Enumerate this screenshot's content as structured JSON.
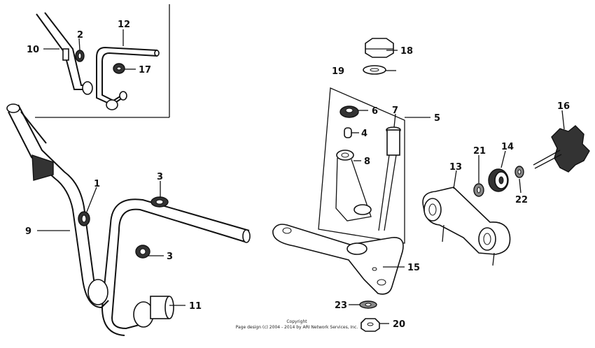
{
  "callouts": {
    "c1": "1",
    "c2": "2",
    "c3a": "3",
    "c3b": "3",
    "c4": "4",
    "c5": "5",
    "c6": "6",
    "c7": "7",
    "c8": "8",
    "c9": "9",
    "c10": "10",
    "c11": "11",
    "c12": "12",
    "c13": "13",
    "c14": "14",
    "c15": "15",
    "c16": "16",
    "c17": "17",
    "c18": "18",
    "c19": "19",
    "c20": "20",
    "c21": "21",
    "c22": "22",
    "c23": "23"
  },
  "copyright": {
    "line1": "Copyright",
    "line2": "Page design (c) 2004 - 2014 by ARI Network Services, Inc."
  }
}
